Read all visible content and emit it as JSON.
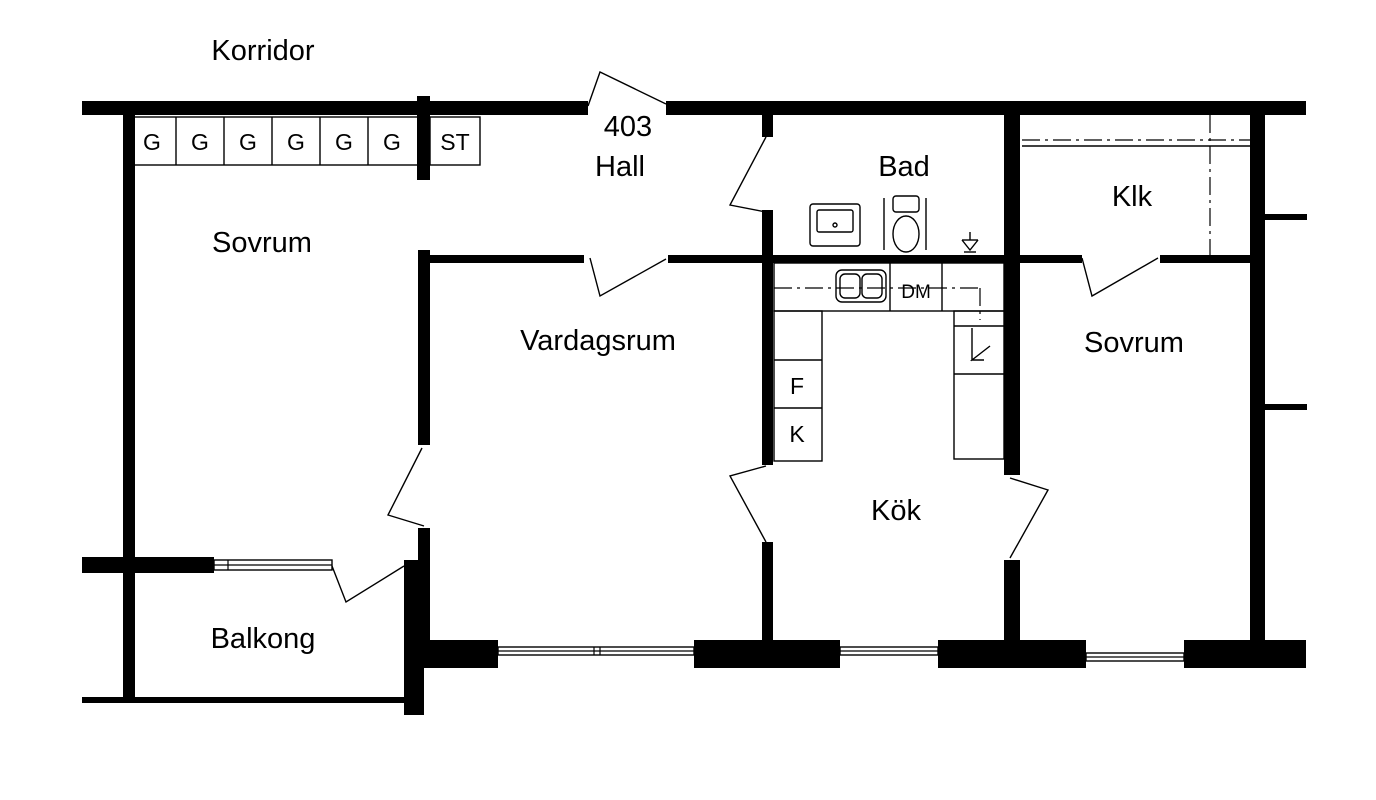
{
  "rooms": {
    "korridor": "Korridor",
    "apartment_number": "403",
    "hall": "Hall",
    "bad": "Bad",
    "klk": "Klk",
    "sovrum_left": "Sovrum",
    "sovrum_right": "Sovrum",
    "vardagsrum": "Vardagsrum",
    "kok": "Kök",
    "balkong": "Balkong"
  },
  "closets": {
    "garderob_labels": [
      "G",
      "G",
      "G",
      "G",
      "G",
      "G"
    ],
    "storage_label": "ST"
  },
  "kitchen": {
    "dishwasher": "DM",
    "fridge": "F",
    "freezer": "K"
  },
  "colors": {
    "wall": "#000000",
    "background": "#ffffff"
  }
}
